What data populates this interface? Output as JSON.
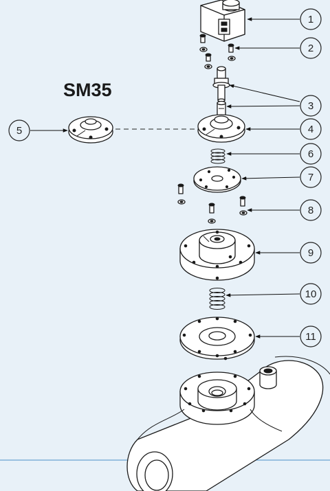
{
  "diagram": {
    "title": "SM35",
    "callouts": [
      "1",
      "2",
      "3",
      "3",
      "4",
      "5",
      "6",
      "7",
      "8",
      "9",
      "10",
      "11"
    ]
  },
  "colors": {
    "background": "#e8f1f8",
    "line": "#1a1a1a",
    "accent_line": "#4a90c8"
  }
}
